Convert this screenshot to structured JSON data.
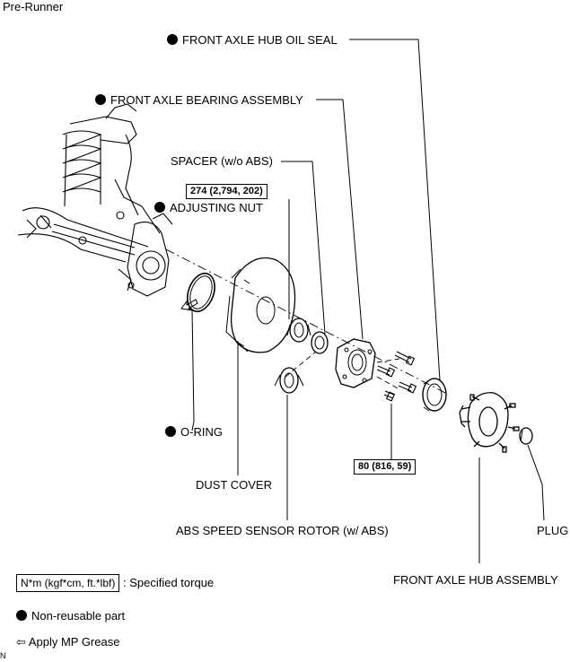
{
  "header": {
    "title": "Pre-Runner"
  },
  "labels": {
    "oil_seal": "FRONT AXLE HUB OIL SEAL",
    "bearing": "FRONT AXLE BEARING ASSEMBLY",
    "spacer": "SPACER (w/o ABS)",
    "adjusting_nut": "ADJUSTING NUT",
    "o_ring": "O-RING",
    "dust_cover": "DUST COVER",
    "abs_rotor": "ABS SPEED SENSOR ROTOR (w/ ABS)",
    "plug": "PLUG",
    "hub": "FRONT AXLE HUB ASSEMBLY"
  },
  "torques": {
    "adjusting_nut": "274 (2,794, 202)",
    "bolts": "80 (816, 59)"
  },
  "legend": {
    "torque_box": "N*m (kgf*cm, ft.*lbf)",
    "torque_text": ": Specified torque",
    "non_reusable": "Non-reusable part",
    "grease": "Apply MP Grease"
  },
  "corner_mark": "N",
  "colors": {
    "line": "#000000",
    "background": "#ffffff"
  }
}
